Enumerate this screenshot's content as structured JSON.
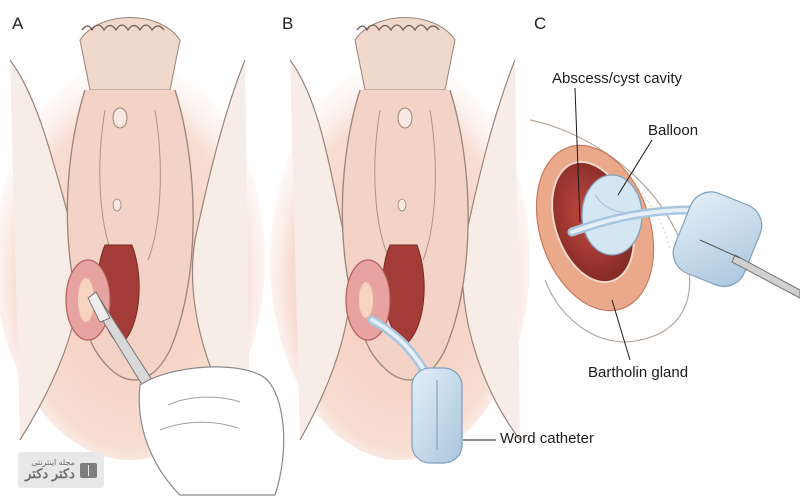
{
  "panels": [
    {
      "letter": "A"
    },
    {
      "letter": "B"
    },
    {
      "letter": "C"
    }
  ],
  "callouts": {
    "cavity": "Abscess/cyst cavity",
    "balloon": "Balloon",
    "gland": "Bartholin gland",
    "catheter": "Word catheter"
  },
  "watermark": {
    "line1": "مجله اینترنتی",
    "line2": "دکتر دکتر"
  },
  "colors": {
    "tissue": "#f6e4dc",
    "blush": "#f3c2b0",
    "pink": "#e7a3a0",
    "abscess": "#a33b36",
    "catheter": "#c7dced",
    "hair": "#6f5a4a",
    "ink": "#1c1c1c"
  }
}
